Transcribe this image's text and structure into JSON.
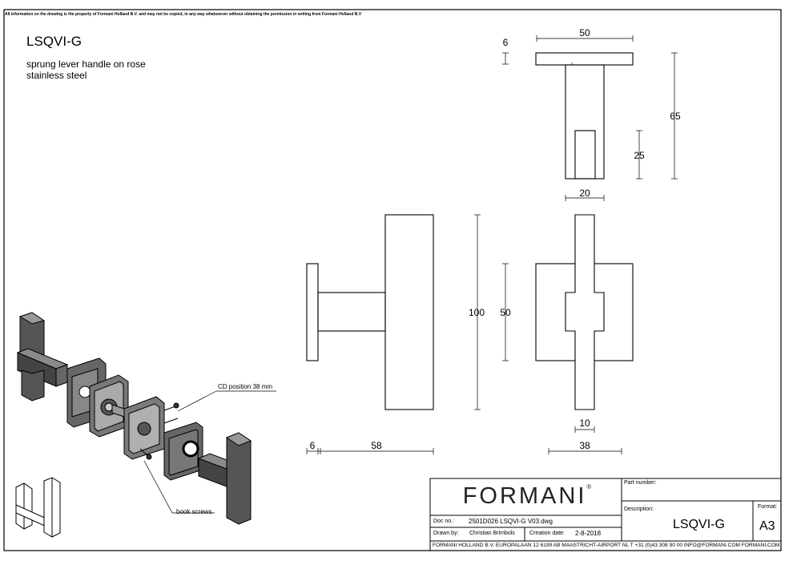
{
  "notice": "All information on the drawing is the property of Formani Holland B.V. and may not be copied, in any way whatsoever without obtaining the permission in writing from Formani Holland B.V",
  "product": {
    "code": "LSQVI-G",
    "description_line1": "sprung lever handle on rose",
    "description_line2": "stainless steel"
  },
  "dimensions": {
    "top_width": "50",
    "top_thickness": "6",
    "top_height": "65",
    "top_inner": "25",
    "top_shaft": "20",
    "side_height": "100",
    "side_rose": "50",
    "side_rose_thick": "6",
    "side_projection": "58",
    "front_slot": "10",
    "front_rose": "38"
  },
  "callouts": {
    "cd_position": "CD position 38 mm",
    "book_screws": "book screws"
  },
  "title_block": {
    "brand": "FORMANI",
    "registered": "®",
    "part_number_label": "Part number:",
    "description_label": "Description:",
    "description_value": "LSQVI-G",
    "format_label": "Format:",
    "format_value": "A3",
    "doc_no_label": "Doc no.:",
    "doc_no_value": "2501D026 LSQVI-G V03.dwg",
    "drawn_by_label": "Drawn by:",
    "drawn_by_value": "Christian Brimbols",
    "creation_date_label": "Creation date:",
    "creation_date_value": "2-8-2018",
    "footer": "FORMANI HOLLAND B.V.  EUROPALAAN 12  6199 AB MAASTRICHT-AIRPORT NL  T +31 (0)43 308 90 00 INFO@FORMANI.COM FORMANI.COM"
  }
}
